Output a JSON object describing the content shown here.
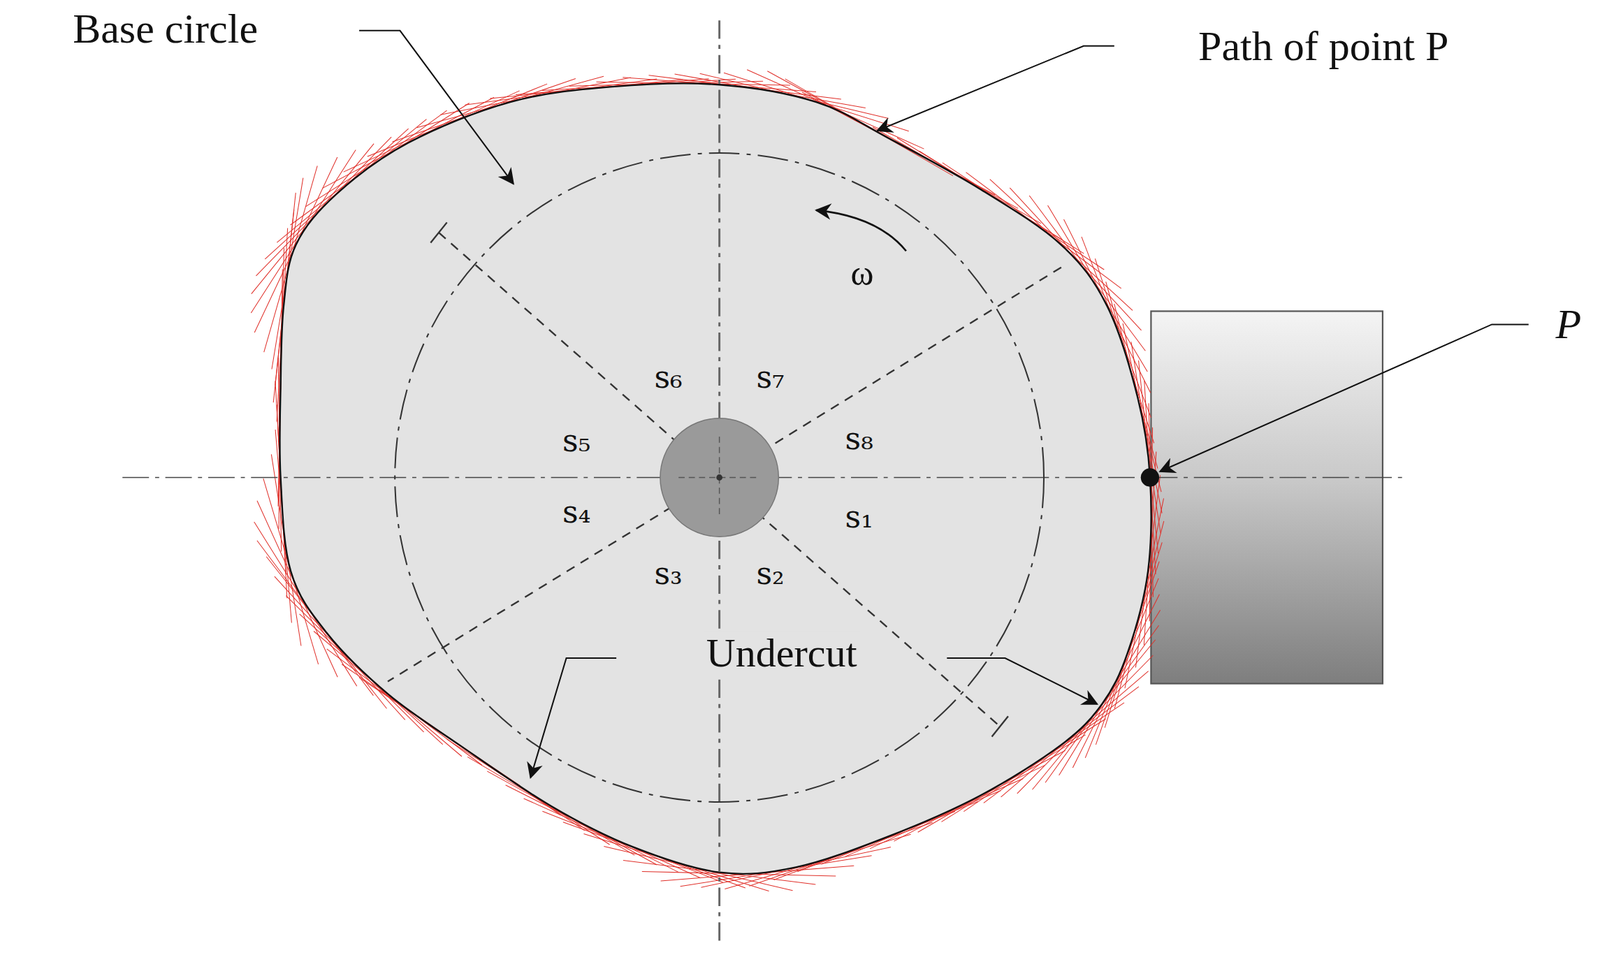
{
  "diagram": {
    "labels": [
      "Base circle",
      "Path of point P",
      "P",
      "ω",
      "s₆",
      "s₇",
      "s₅",
      "s₈",
      "s₄",
      "s₁",
      "s₃",
      "s₂",
      "Undercut"
    ]
  }
}
